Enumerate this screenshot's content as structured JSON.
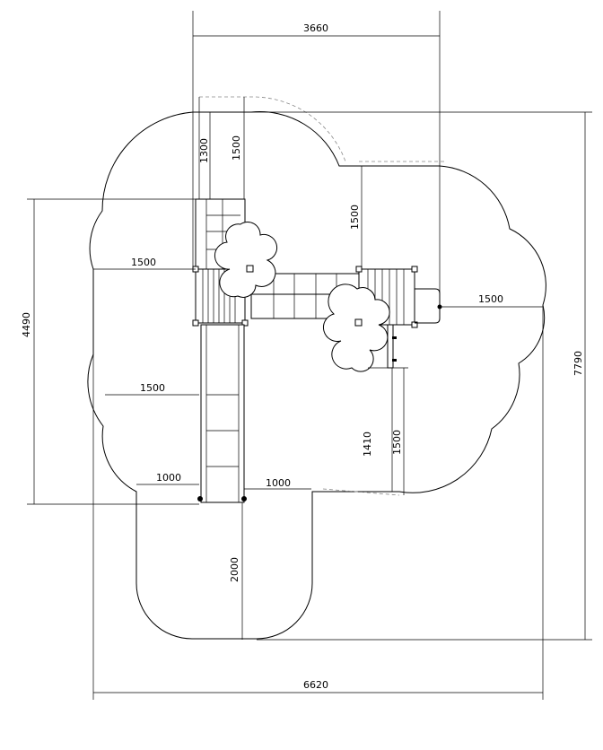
{
  "drawing": {
    "dimensions": {
      "top_width": "3660",
      "left_tower_offset_a": "1300",
      "left_tower_offset_b": "1500",
      "right_tower_offset": "1500",
      "left_side_clearance": "1500",
      "right_side_clearance": "1500",
      "overall_height_left": "4490",
      "overall_height_right": "7790",
      "slide_side_clearance": "1500",
      "ladder_clearance_a": "1410",
      "ladder_clearance_b": "1500",
      "slide_left_clearance": "1000",
      "slide_right_clearance": "1000",
      "slide_exit_clearance": "2000",
      "overall_width": "6620"
    },
    "colors": {
      "line": "#000000",
      "dashed": "#888888"
    }
  }
}
